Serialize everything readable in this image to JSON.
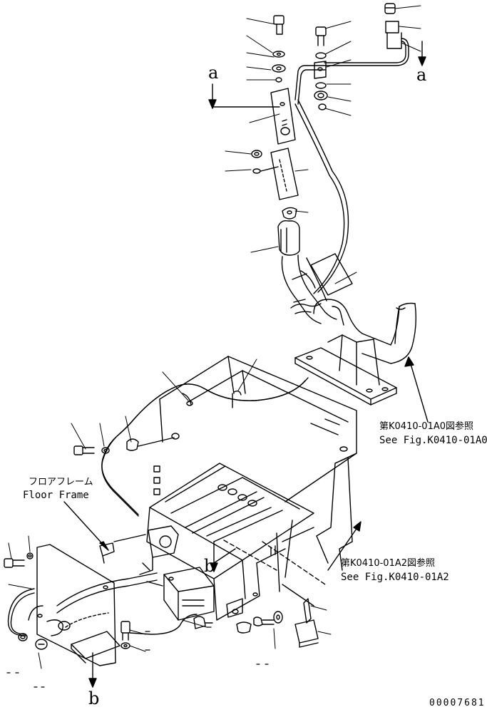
{
  "view_marks": {
    "a_left": "a",
    "a_right": "a",
    "b_mid": "b",
    "b_bottom": "b"
  },
  "references": {
    "handrail_jp": "第K0410-01A0図参照",
    "handrail_en": "See Fig.K0410-01A0",
    "frame_jp": "第K0410-01A2図参照",
    "frame_en": "See Fig.K0410-01A2"
  },
  "floor_frame": {
    "jp": "フロアフレーム",
    "en": "Floor Frame"
  },
  "drawing_number": "00007681",
  "colors": {
    "ink": "#000000",
    "paper": "#ffffff"
  }
}
